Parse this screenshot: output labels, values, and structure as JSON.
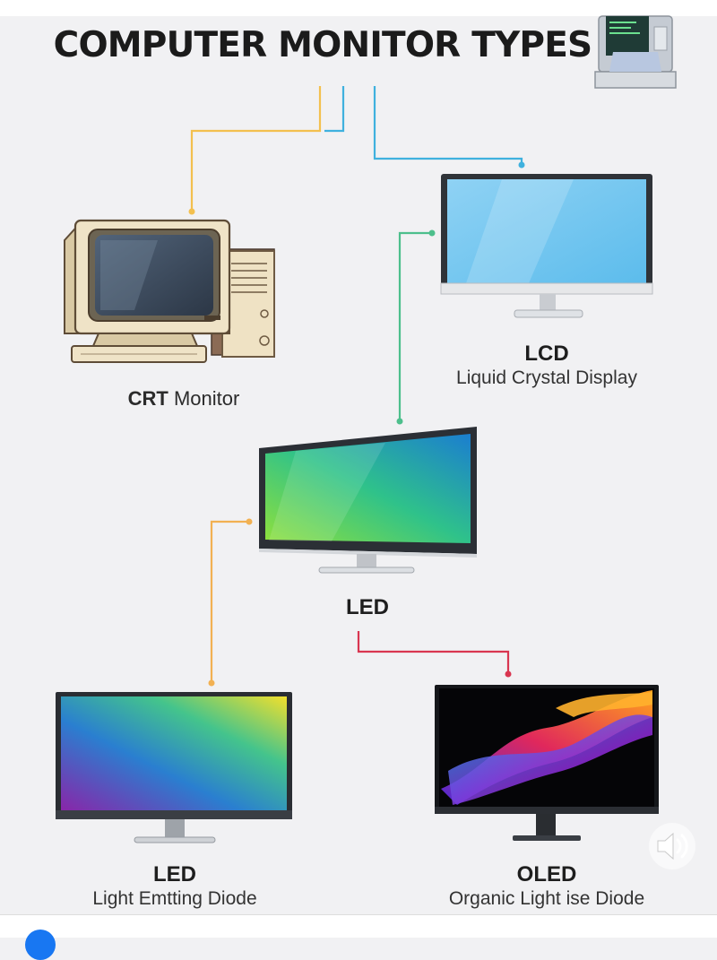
{
  "title": "COMPUTER MONITOR TYPES",
  "nodes": {
    "crt": {
      "name_bold": "CRT",
      "name_rest": " Monitor"
    },
    "lcd": {
      "name": "LCD",
      "subtitle": "Liquid Crystal Display"
    },
    "led_mid": {
      "name": "LED"
    },
    "led_bottom": {
      "name": "LED",
      "subtitle": "Light Emtting Diode"
    },
    "oled": {
      "name": "OLED",
      "subtitle": "Organic Light ise Diode"
    }
  },
  "connector_colors": {
    "crt": "#f3c04e",
    "lcd": "#3fb1de",
    "led_mid": "#4dbf8c",
    "led_bottom": "#f2b152",
    "oled": "#d93650"
  },
  "icons": {
    "corner": "retro-computer-icon",
    "sound": "speaker-icon"
  }
}
